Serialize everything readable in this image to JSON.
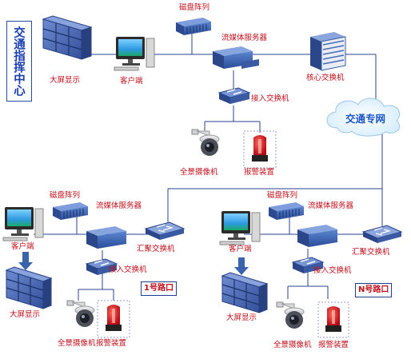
{
  "traffic_center_label": "交通指挥中心",
  "traffic_network_label": "交通专网",
  "top_site": {
    "disk_array": "磁盘阵列",
    "media_server": "流媒体服务器",
    "video_wall": "大屏显示",
    "client": "客户端",
    "core_switch": "核心交换机",
    "access_switch": "接入交换机",
    "camera": "全景摄像机",
    "alarm": "报警装置"
  },
  "left_site": {
    "disk_array": "磁盘阵列",
    "media_server": "流媒体服务器",
    "client": "客户端",
    "aggregation_switch": "汇聚交换机",
    "access_switch": "接入交换机",
    "video_wall": "大屏显示",
    "camera": "全景摄像机",
    "alarm": "报警装置",
    "intersection": "1号路口"
  },
  "right_site": {
    "disk_array": "磁盘阵列",
    "media_server": "流媒体服务器",
    "client": "客户端",
    "aggregation_switch": "汇聚交换机",
    "access_switch": "接入交换机",
    "video_wall": "大屏显示",
    "camera": "全景摄像机",
    "alarm": "报警装置",
    "intersection": "N号路口"
  },
  "colors": {
    "label": "#c0101a",
    "line": "#2a4090",
    "device": "#3a63ad",
    "cloud_text": "#1a55c8"
  }
}
